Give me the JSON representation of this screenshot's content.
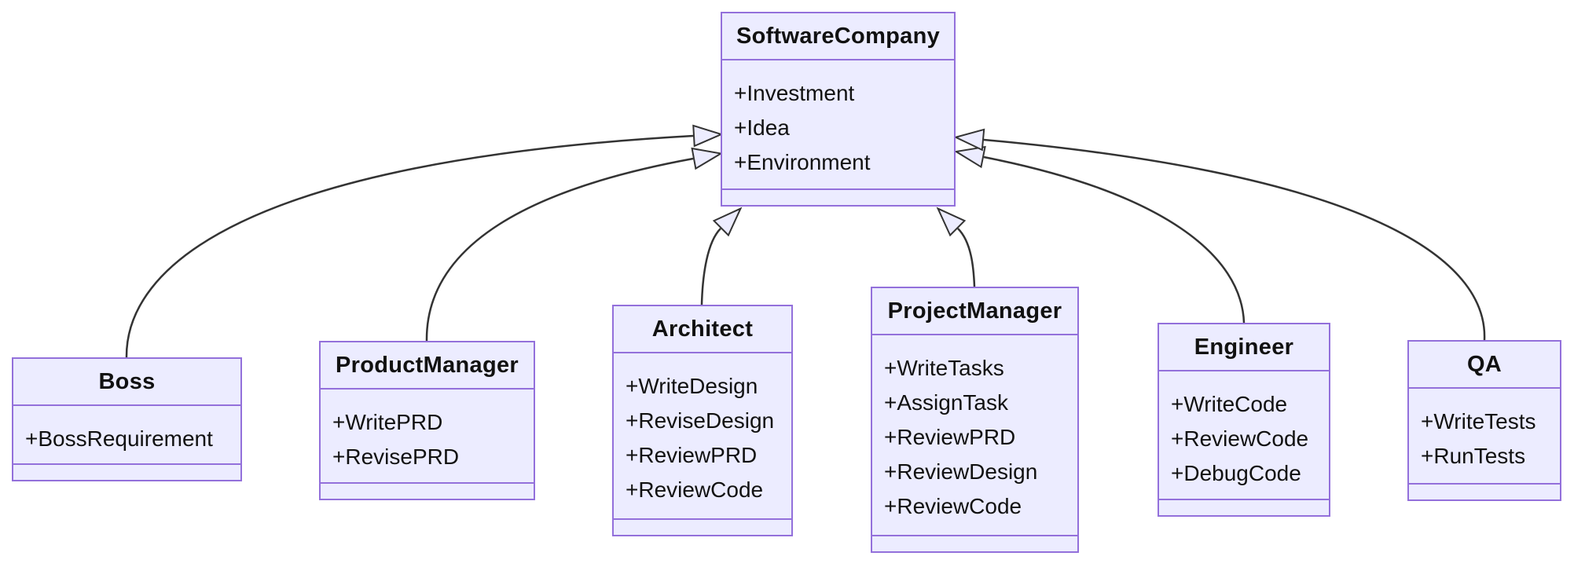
{
  "diagram": {
    "kind": "uml-class-diagram",
    "colors": {
      "node_fill": "#ECECFF",
      "node_border": "#9370DB",
      "edge_stroke": "#333333",
      "text": "#111111",
      "background": "#FFFFFF"
    }
  },
  "classes": [
    {
      "name": "SoftwareCompany",
      "attributes": [
        "+Investment",
        "+Idea",
        "+Environment"
      ],
      "methods": []
    },
    {
      "name": "Boss",
      "attributes": [
        "+BossRequirement"
      ],
      "methods": []
    },
    {
      "name": "ProductManager",
      "attributes": [
        "+WritePRD",
        "+RevisePRD"
      ],
      "methods": []
    },
    {
      "name": "Architect",
      "attributes": [
        "+WriteDesign",
        "+ReviseDesign",
        "+ReviewPRD",
        "+ReviewCode"
      ],
      "methods": []
    },
    {
      "name": "ProjectManager",
      "attributes": [
        "+WriteTasks",
        "+AssignTask",
        "+ReviewPRD",
        "+ReviewDesign",
        "+ReviewCode"
      ],
      "methods": []
    },
    {
      "name": "Engineer",
      "attributes": [
        "+WriteCode",
        "+ReviewCode",
        "+DebugCode"
      ],
      "methods": []
    },
    {
      "name": "QA",
      "attributes": [
        "+WriteTests",
        "+RunTests"
      ],
      "methods": []
    }
  ],
  "relationships": [
    {
      "from": "Boss",
      "to": "SoftwareCompany",
      "type": "inheritance"
    },
    {
      "from": "ProductManager",
      "to": "SoftwareCompany",
      "type": "inheritance"
    },
    {
      "from": "Architect",
      "to": "SoftwareCompany",
      "type": "inheritance"
    },
    {
      "from": "ProjectManager",
      "to": "SoftwareCompany",
      "type": "inheritance"
    },
    {
      "from": "Engineer",
      "to": "SoftwareCompany",
      "type": "inheritance"
    },
    {
      "from": "QA",
      "to": "SoftwareCompany",
      "type": "inheritance"
    }
  ]
}
